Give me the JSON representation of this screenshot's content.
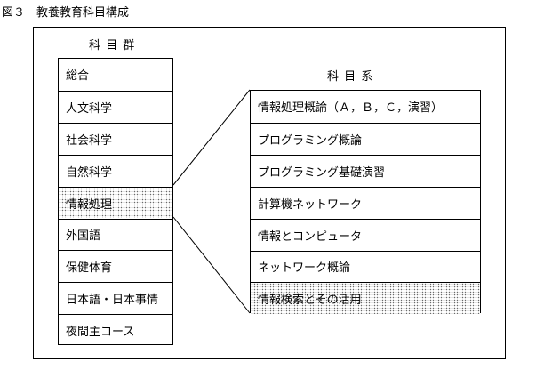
{
  "caption": "図３　教養教育科目構成",
  "left_column": {
    "heading": "科 目 群",
    "items": [
      {
        "label": "総合",
        "highlighted": false
      },
      {
        "label": "人文科学",
        "highlighted": false
      },
      {
        "label": "社会科学",
        "highlighted": false
      },
      {
        "label": "自然科学",
        "highlighted": false
      },
      {
        "label": "情報処理",
        "highlighted": true
      },
      {
        "label": "外国語",
        "highlighted": false
      },
      {
        "label": "保健体育",
        "highlighted": false
      },
      {
        "label": "日本語・日本事情",
        "highlighted": false
      },
      {
        "label": "夜間主コース",
        "highlighted": false
      }
    ]
  },
  "right_column": {
    "heading": "科 目 系",
    "items": [
      {
        "label": "情報処理概論（Ａ，Ｂ，Ｃ，演習）",
        "highlighted": false
      },
      {
        "label": "プログラミング概論",
        "highlighted": false
      },
      {
        "label": "プログラミング基礎演習",
        "highlighted": false
      },
      {
        "label": "計算機ネットワーク",
        "highlighted": false
      },
      {
        "label": "情報とコンピュータ",
        "highlighted": false
      },
      {
        "label": "ネットワーク概論",
        "highlighted": false
      },
      {
        "label": "情報検索とその活用",
        "highlighted": true
      }
    ]
  },
  "colors": {
    "line": "#000000",
    "dot_fill": "#6a6a6a"
  }
}
